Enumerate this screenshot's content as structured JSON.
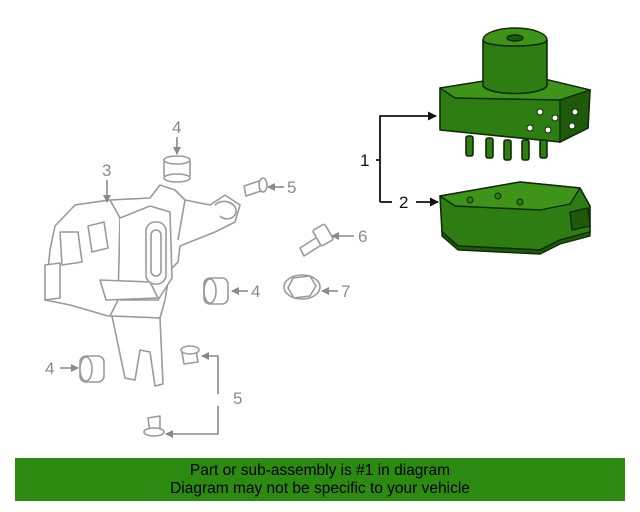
{
  "callouts": {
    "c1": "1",
    "c2": "2",
    "c3": "3",
    "c4_top": "4",
    "c4_mid": "4",
    "c4_left": "4",
    "c5_top": "5",
    "c5_bottom": "5",
    "c6": "6",
    "c7": "7"
  },
  "banner": {
    "line1": "Part or sub-assembly is #1 in diagram",
    "line2": "Diagram may not be specific to your vehicle"
  },
  "colors": {
    "highlight": "#2e7d12",
    "banner": "#2d8a11"
  }
}
